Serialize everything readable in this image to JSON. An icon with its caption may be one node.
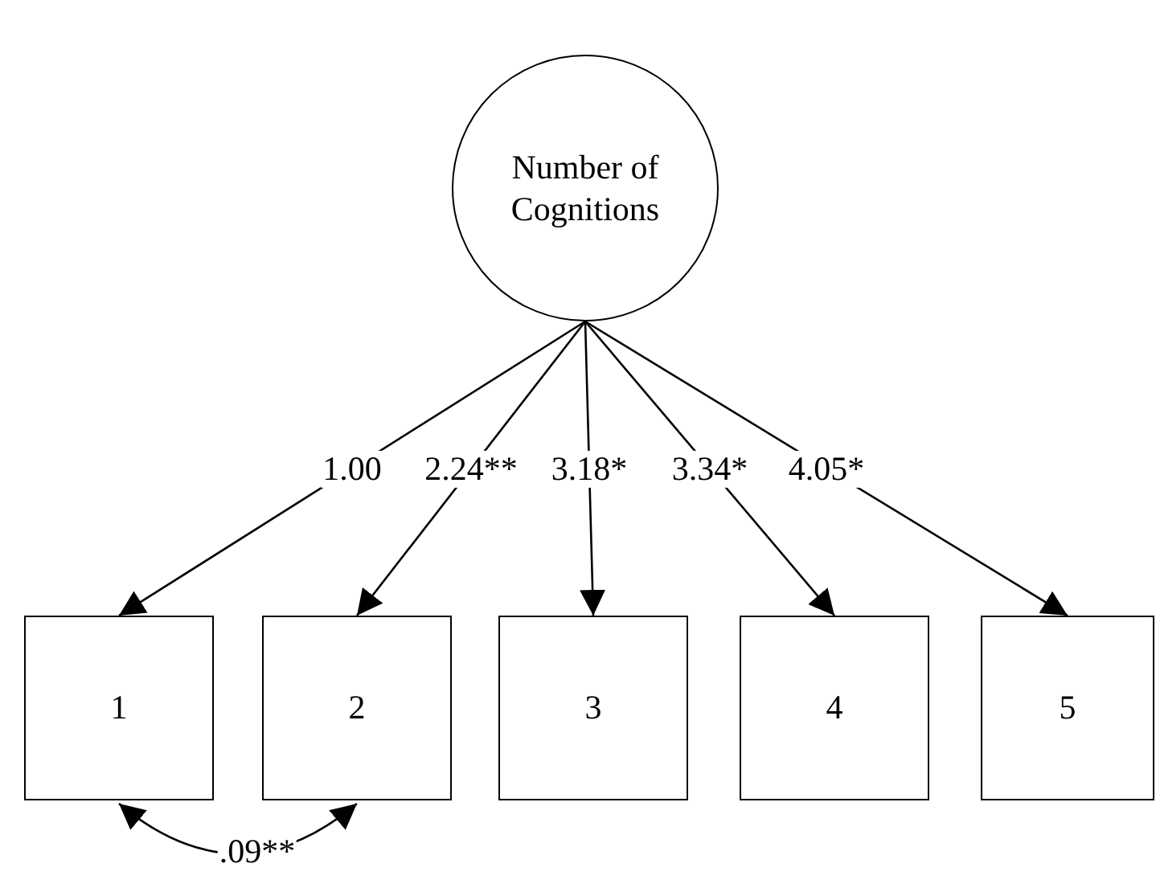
{
  "diagram": {
    "nodes": [
      {
        "text": [
          "Number of Cognitions"
        ]
      },
      {
        "text": [
          "1"
        ]
      },
      {
        "text": [
          "2"
        ]
      },
      {
        "text": [
          "3"
        ]
      },
      {
        "text": [
          "4"
        ]
      },
      {
        "text": [
          "5"
        ]
      }
    ],
    "edges": [
      {
        "from": 0,
        "to": 1,
        "arrow": "to",
        "label": "1.00"
      },
      {
        "from": 0,
        "to": 2,
        "arrow": "to",
        "label": "2.24**"
      },
      {
        "from": 0,
        "to": 3,
        "arrow": "to",
        "label": "3.18*"
      },
      {
        "from": 0,
        "to": 4,
        "arrow": "to",
        "label": "3.34*"
      },
      {
        "from": 0,
        "to": 5,
        "arrow": "to",
        "label": "4.05*"
      },
      {
        "from": 1,
        "to": 2,
        "arrow": "both",
        "label": ".09**"
      }
    ]
  }
}
